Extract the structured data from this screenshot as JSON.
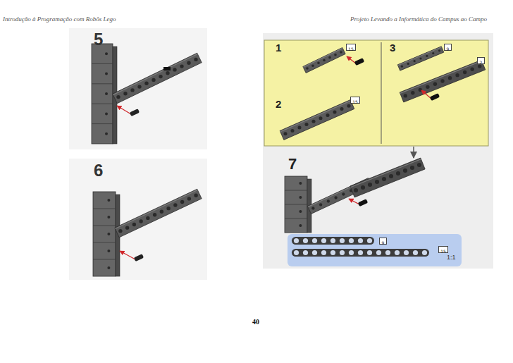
{
  "diagram": {
    "nodes": [
      {
        "text": [
          "1",
          "2",
          "3"
        ]
      },
      {
        "text": [
          "15"
        ],
        "in": 0
      },
      {
        "text": [
          "15"
        ],
        "in": 0
      },
      {
        "text": [
          "9"
        ],
        "in": 0
      },
      {
        "text": [
          "2"
        ],
        "in": 0
      },
      {
        "text": [
          "1:1"
        ]
      },
      {
        "text": [
          "9"
        ],
        "in": 5
      },
      {
        "text": [
          "15"
        ],
        "in": 5
      }
    ],
    "labels": [
      "Introdução à Programação com Robôs Lego",
      "Projeto Levando a Informática do Campus ao Campo",
      "5",
      "6",
      "7",
      "40"
    ]
  }
}
